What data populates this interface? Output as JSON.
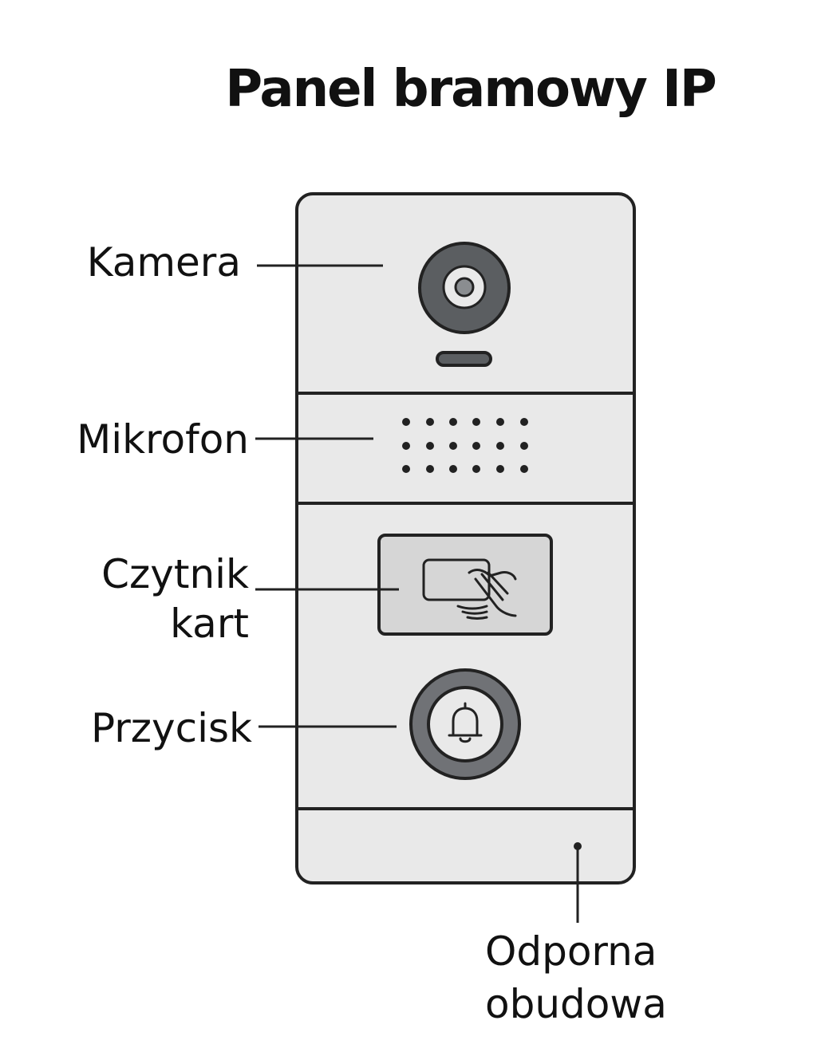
{
  "title": "Panel bramowy IP",
  "labels": {
    "camera": "Kamera",
    "microphone": "Mikrofon",
    "card_reader_line1": "Czytnik",
    "card_reader_line2": "kart",
    "button": "Przycisk",
    "housing_line1": "Odporna",
    "housing_line2": "obudowa"
  },
  "colors": {
    "panel_fill": "#e9e9e9",
    "outline": "#222222",
    "camera_lens": "#5b5e61",
    "reader_window": "#d6d6d6",
    "button_ring": "#707276"
  },
  "icons": {
    "camera": "camera-lens-icon",
    "microphone": "microphone-grille-icon",
    "card_reader": "contactless-card-icon",
    "button": "bell-icon"
  }
}
